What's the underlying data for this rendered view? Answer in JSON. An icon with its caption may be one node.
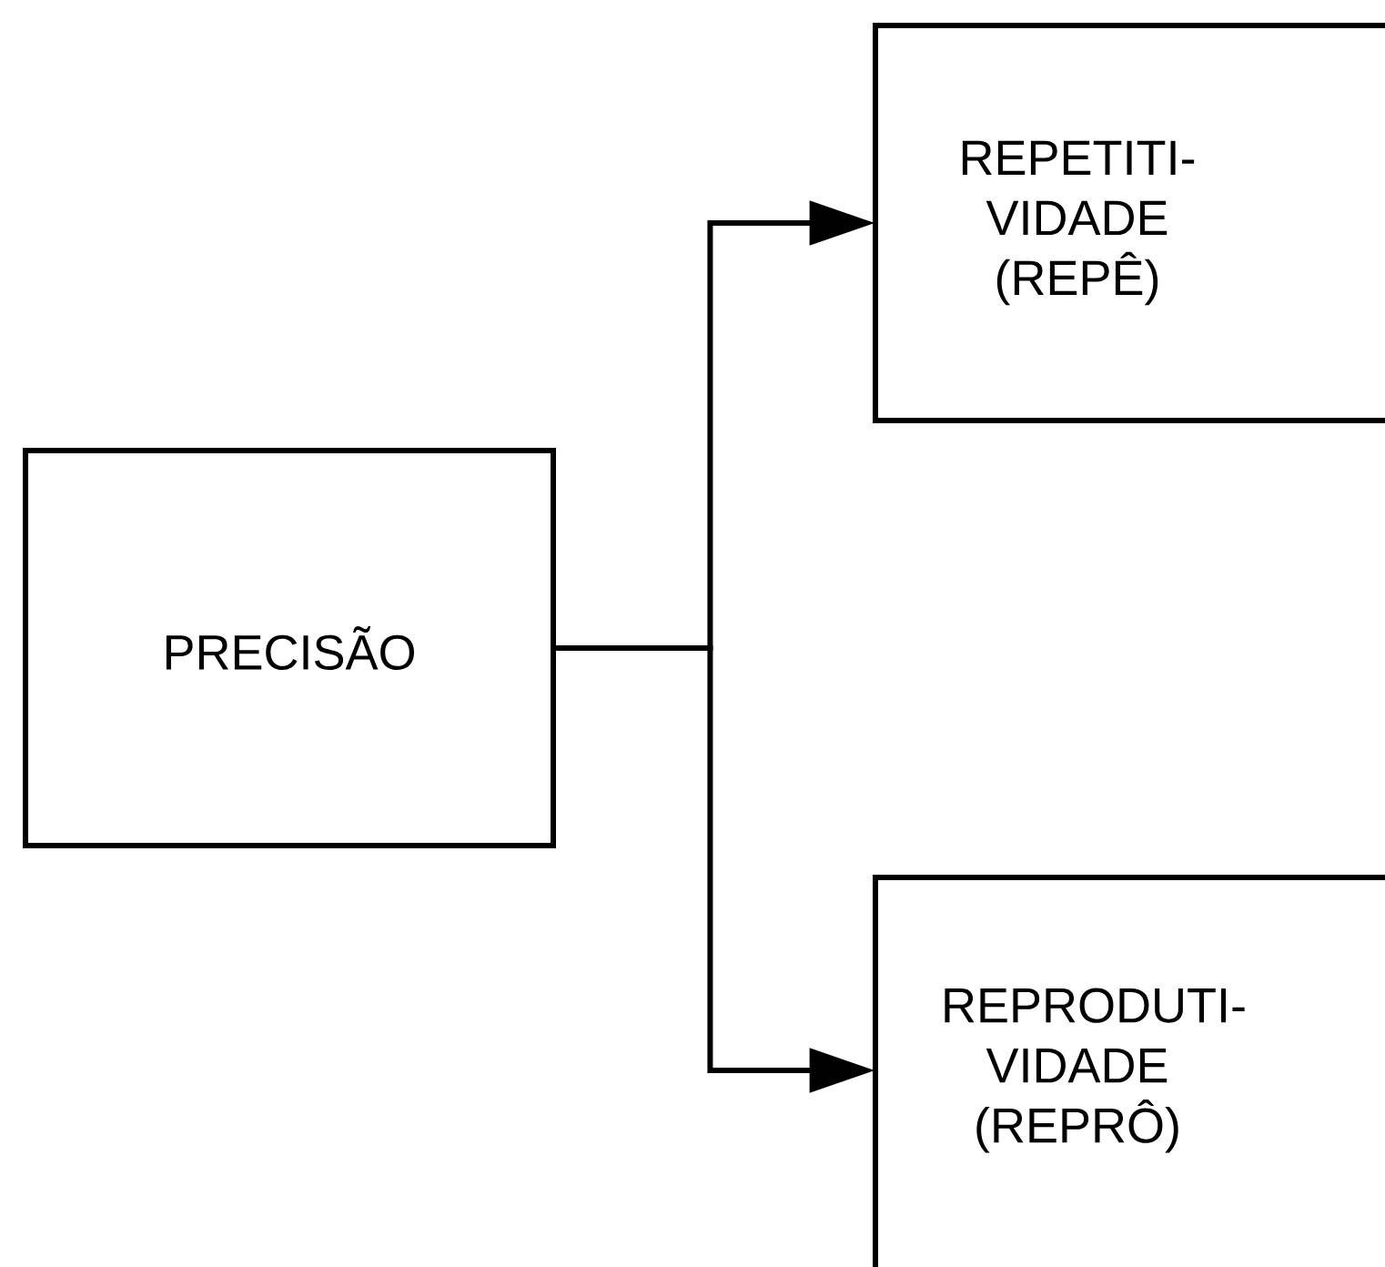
{
  "diagram": {
    "nodes": [
      {
        "text": [
          "PRECISÃO"
        ]
      },
      {
        "text": [
          "REPETITI-VIDADE (REPÊ)"
        ]
      },
      {
        "text": [
          "REPRODUTI-VIDADE (REPRÔ)"
        ]
      }
    ],
    "edges": [
      {
        "from": 0,
        "to": 1,
        "arrow": "to"
      },
      {
        "from": 0,
        "to": 2,
        "arrow": "to"
      }
    ]
  }
}
